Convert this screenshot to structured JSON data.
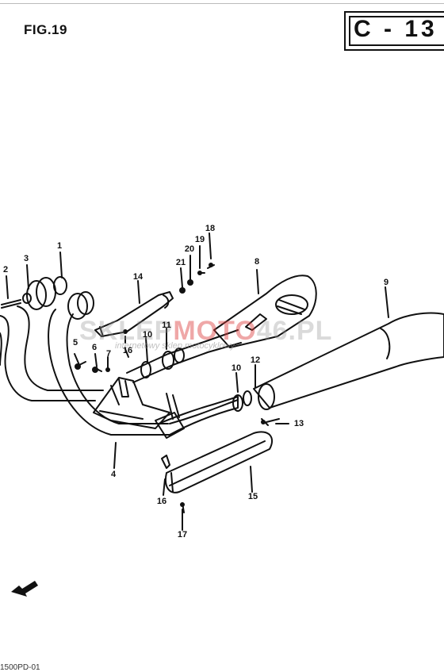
{
  "figure": {
    "title": "FIG.19",
    "code": "C - 13"
  },
  "watermark": {
    "main_a": "SKLEP",
    "main_b": "MOTO",
    "main_c": "46.PL",
    "sub": "internetowy sklep motocyklowy"
  },
  "footer": {
    "text": "1500PD-01"
  },
  "callouts": [
    {
      "id": "c1",
      "label": "1"
    },
    {
      "id": "c2",
      "label": "2"
    },
    {
      "id": "c3",
      "label": "3"
    },
    {
      "id": "c4",
      "label": "4"
    },
    {
      "id": "c5",
      "label": "5"
    },
    {
      "id": "c6",
      "label": "6"
    },
    {
      "id": "c7",
      "label": "7"
    },
    {
      "id": "c8",
      "label": "8"
    },
    {
      "id": "c9",
      "label": "9"
    },
    {
      "id": "c10a",
      "label": "10"
    },
    {
      "id": "c10b",
      "label": "10"
    },
    {
      "id": "c11",
      "label": "11"
    },
    {
      "id": "c12",
      "label": "12"
    },
    {
      "id": "c13",
      "label": "13"
    },
    {
      "id": "c14",
      "label": "14"
    },
    {
      "id": "c15",
      "label": "15"
    },
    {
      "id": "c16a",
      "label": "16"
    },
    {
      "id": "c16b",
      "label": "16"
    },
    {
      "id": "c17",
      "label": "17"
    },
    {
      "id": "c18",
      "label": "18"
    },
    {
      "id": "c19",
      "label": "19"
    },
    {
      "id": "c20",
      "label": "20"
    },
    {
      "id": "c21",
      "label": "21"
    }
  ]
}
